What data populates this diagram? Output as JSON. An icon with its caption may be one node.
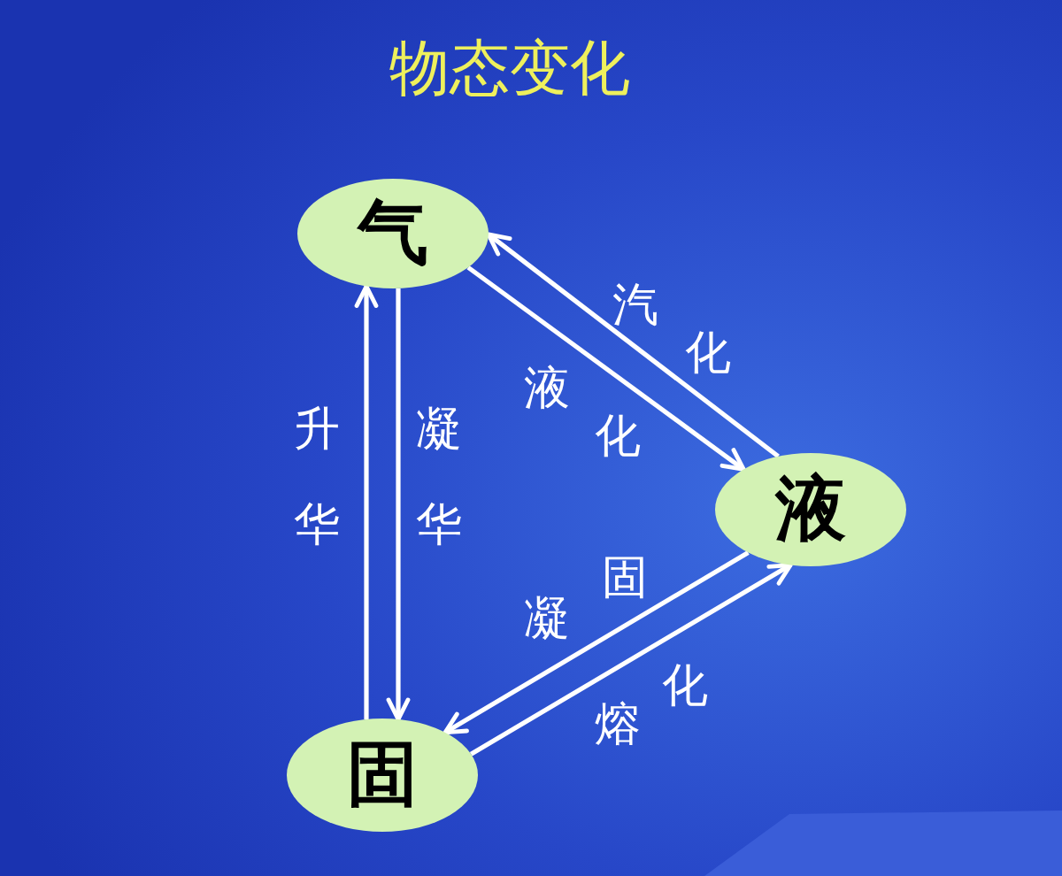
{
  "diagram": {
    "title": "物态变化",
    "nodes": [
      {
        "text": [
          "气"
        ]
      },
      {
        "text": [
          "液"
        ]
      },
      {
        "text": [
          "固"
        ]
      }
    ],
    "edges": [
      {
        "from": 1,
        "to": 0,
        "arrow": "to",
        "label": "汽化"
      },
      {
        "from": 0,
        "to": 1,
        "arrow": "to",
        "label": "液化"
      },
      {
        "from": 2,
        "to": 0,
        "arrow": "to",
        "label": "升华"
      },
      {
        "from": 0,
        "to": 2,
        "arrow": "to",
        "label": "凝华"
      },
      {
        "from": 1,
        "to": 2,
        "arrow": "to",
        "label": "凝固"
      },
      {
        "from": 2,
        "to": 1,
        "arrow": "to",
        "label": "熔化"
      }
    ]
  }
}
